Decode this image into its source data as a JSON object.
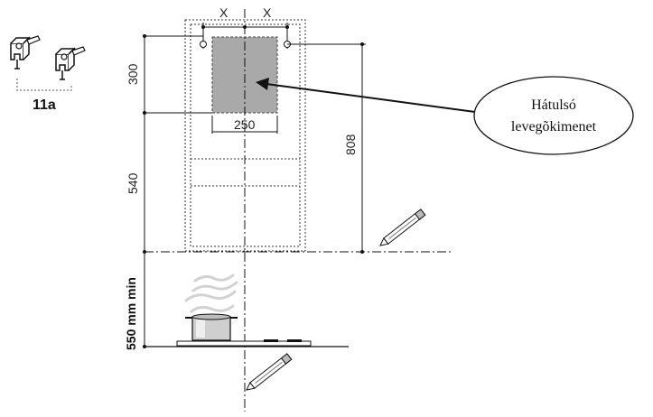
{
  "labels": {
    "x_left": "X",
    "x_right": "X",
    "dim_300": "300",
    "dim_540": "540",
    "dim_250": "250",
    "dim_808": "808",
    "dim_550": "550 mm min",
    "part_code": "11a",
    "callout_line1": "Hátulsó",
    "callout_line2": "levegõkimenet"
  },
  "colors": {
    "line": "#111111",
    "vent": "#a9a9a9",
    "pot": "#c8c8c8",
    "steam": "#d6d6d6"
  },
  "icons": [
    "wall-bracket-icon",
    "pencil-icon",
    "pot-icon",
    "steam-icon"
  ]
}
